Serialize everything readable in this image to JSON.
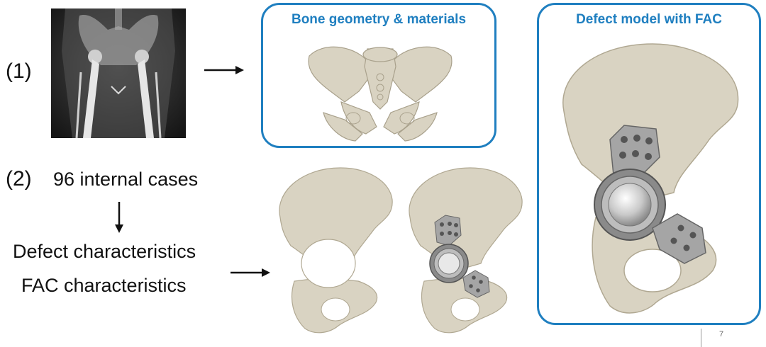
{
  "step1": {
    "number": "(1)"
  },
  "step2": {
    "number": "(2)",
    "cases_text": "96 internal cases",
    "defect_text": "Defect characteristics",
    "fac_text": "FAC characteristics"
  },
  "panels": {
    "bone": {
      "title": "Bone geometry & materials"
    },
    "defect": {
      "title": "Defect model with FAC"
    }
  },
  "slide": {
    "page_number": "7"
  },
  "colors": {
    "accent": "#1f7fc0",
    "bone": "#d9d3c2",
    "bone_shadow": "#b8b09c",
    "implant": "#8f8f8f",
    "ct_background": "#2a2a2a"
  }
}
